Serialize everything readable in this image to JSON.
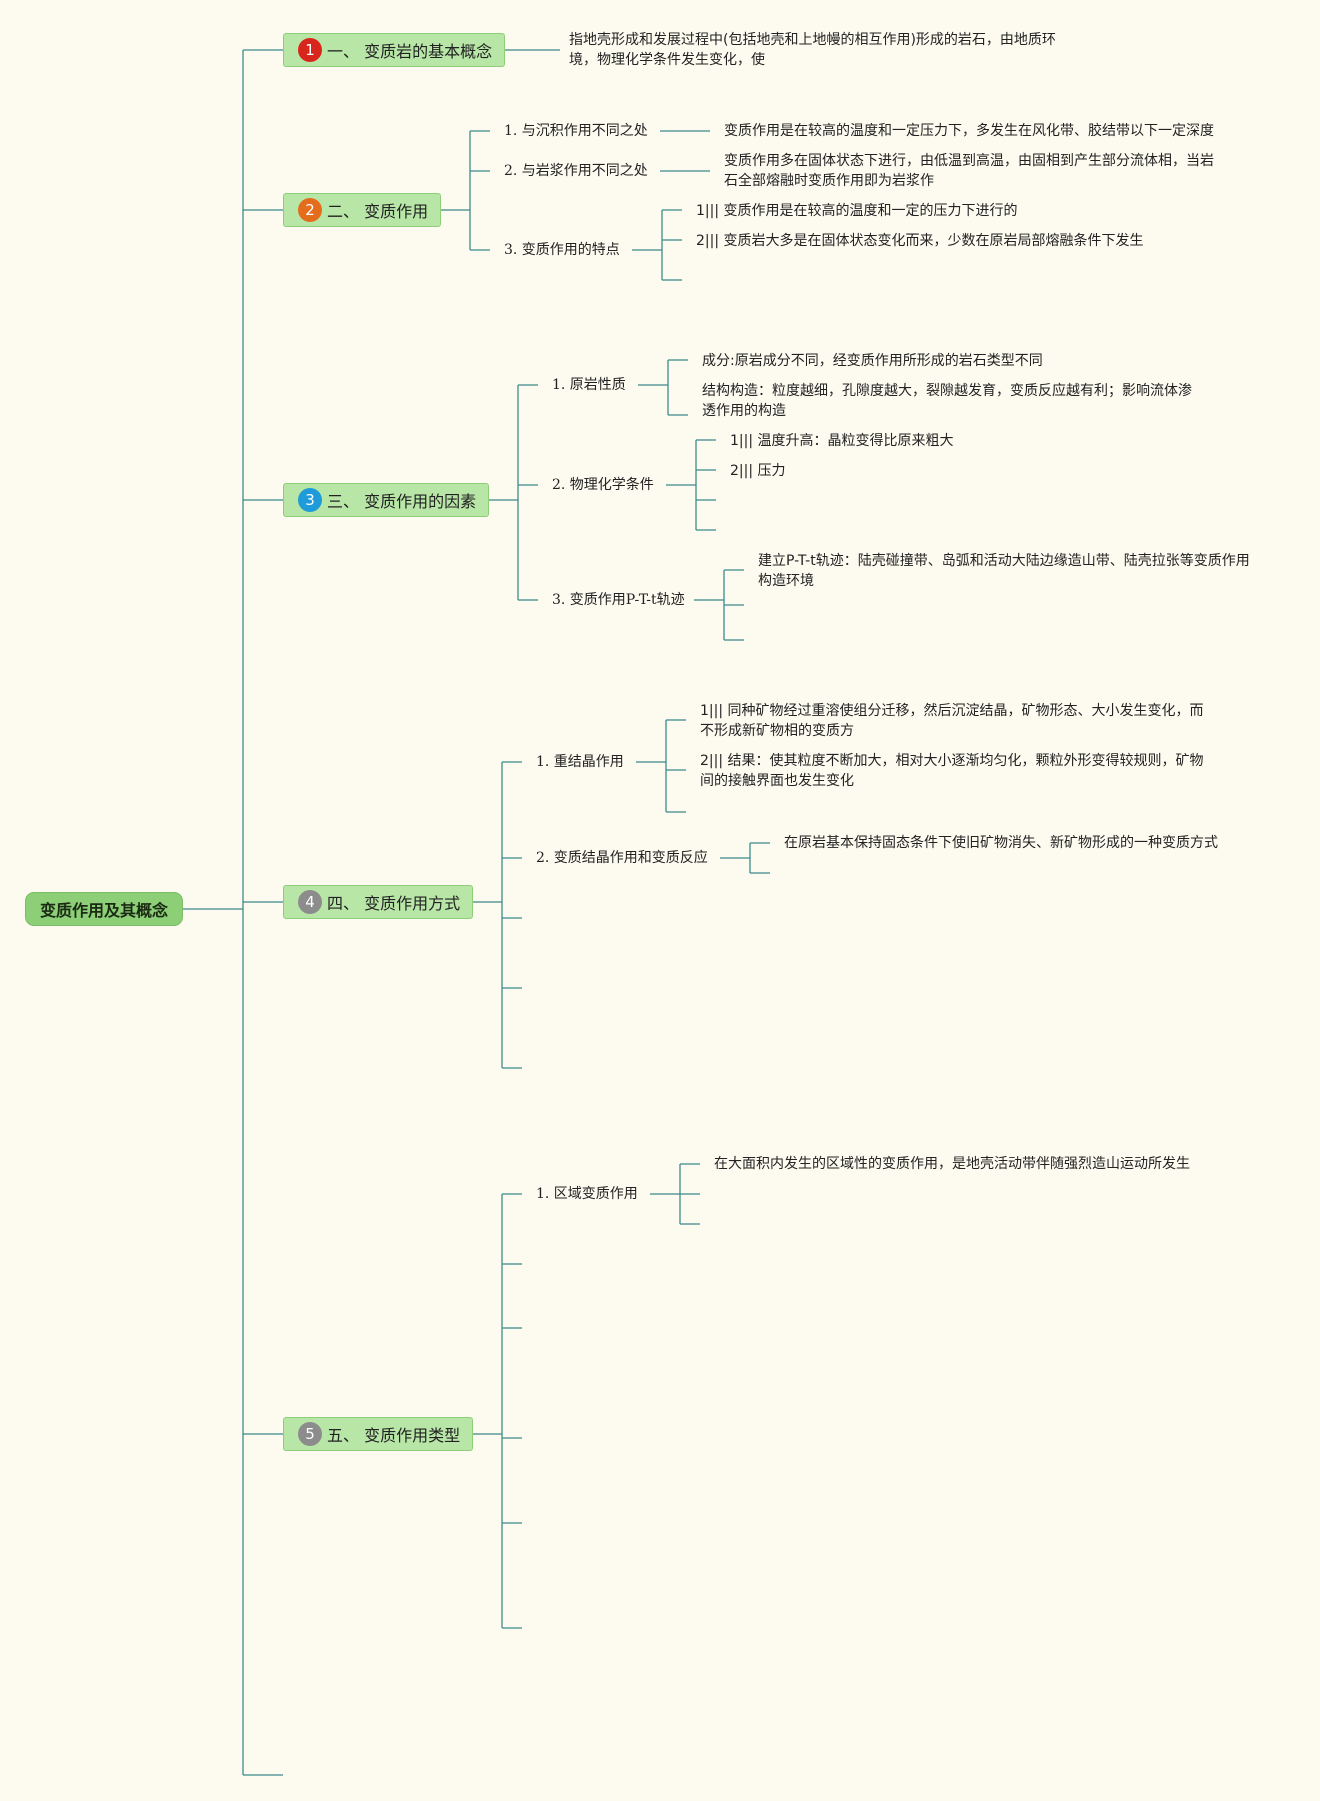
{
  "root": {
    "label": "变质作用及其概念"
  },
  "topics": [
    {
      "num": "1",
      "label": "一、 变质岩的基本概念"
    },
    {
      "num": "2",
      "label": "二、 变质作用"
    },
    {
      "num": "3",
      "label": "三、 变质作用的因素"
    },
    {
      "num": "4",
      "label": "四、 变质作用方式"
    },
    {
      "num": "5",
      "label": "五、 变质作用类型"
    }
  ],
  "t1": {
    "desc": [
      "指地壳形成和发展过程中(包括地壳和上地幔的相互作用)形成的岩石，由地质环",
      "境，物理化学条件发生变化，使"
    ]
  },
  "t2": {
    "sub1": "1. 与沉积作用不同之处",
    "sub1_desc": "变质作用是在较高的温度和一定压力下，多发生在风化带、胶结带以下一定深度",
    "sub2": "2. 与岩浆作用不同之处",
    "sub2_desc": [
      "变质作用多在固体状态下进行，由低温到高温，由固相到产生部分流体相，当岩",
      "石全部熔融时变质作用即为岩浆作"
    ],
    "sub3": "3. 变质作用的特点",
    "sub3_leaf1": "1||| 变质作用是在较高的温度和一定的压力下进行的",
    "sub3_leaf2": "2||| 变质岩大多是在固体状态变化而来，少数在原岩局部熔融条件下发生"
  },
  "t3": {
    "sub1": "1. 原岩性质",
    "sub1_leaf1": "成分:原岩成分不同，经变质作用所形成的岩石类型不同",
    "sub1_leaf2": [
      "结构构造：粒度越细，孔隙度越大，裂隙越发育，变质反应越有利；影响流体渗",
      "透作用的构造"
    ],
    "sub2": "2. 物理化学条件",
    "sub2_leaf1": "1||| 温度升高：晶粒变得比原来粗大",
    "sub2_leaf2": "2||| 压力",
    "sub3": "3. 变质作用P-T-t轨迹",
    "sub3_leaf1": [
      "建立P-T-t轨迹：陆壳碰撞带、岛弧和活动大陆边缘造山带、陆壳拉张等变质作用",
      "构造环境"
    ]
  },
  "t4": {
    "sub1": "1. 重结晶作用",
    "sub1_leaf1": [
      "1||| 同种矿物经过重溶使组分迁移，然后沉淀结晶，矿物形态、大小发生变化，而",
      "不形成新矿物相的变质方"
    ],
    "sub1_leaf2": [
      "2||| 结果：使其粒度不断加大，相对大小逐渐均匀化，颗粒外形变得较规则，矿物",
      "间的接触界面也发生变化"
    ],
    "sub2": "2. 变质结晶作用和变质反应",
    "sub2_leaf1": "在原岩基本保持固态条件下使旧矿物消失、新矿物形成的一种变质方式"
  },
  "t5": {
    "sub1": "1. 区域变质作用",
    "sub1_leaf1": "在大面积内发生的区域性的变质作用，是地壳活动带伴随强烈造山运动所发生"
  }
}
